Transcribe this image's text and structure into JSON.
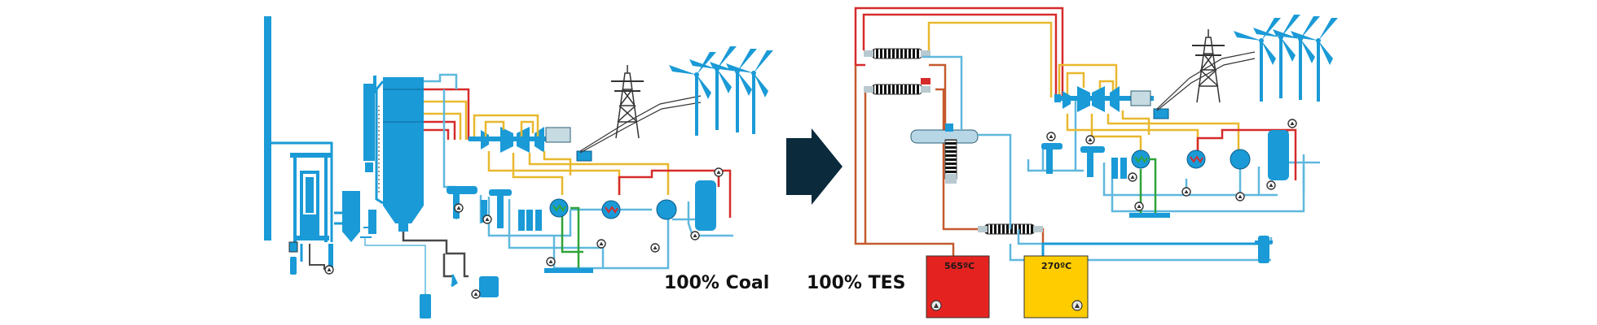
{
  "labels": {
    "coal": "100% Coal",
    "tes": "100% TES"
  },
  "tanks": {
    "hot_temp": "565ºC",
    "cold_temp": "270ºC"
  },
  "colors": {
    "equipment": "#1a9ad6",
    "water_line": "#5fb8de",
    "steam_line": "#e9b82e",
    "hot_line": "#d62b2b",
    "molten_salt_line": "#c45a2e",
    "ash_line": "#4a4a4a",
    "cooling_line": "#2fa33a",
    "hot_tank": "#e42320",
    "cold_tank": "#ffcc00",
    "arrow": "#0b2a3c"
  },
  "icons": [
    "wind-turbine-icon",
    "transmission-tower-icon",
    "pump-icon",
    "arrow-right-icon"
  ]
}
